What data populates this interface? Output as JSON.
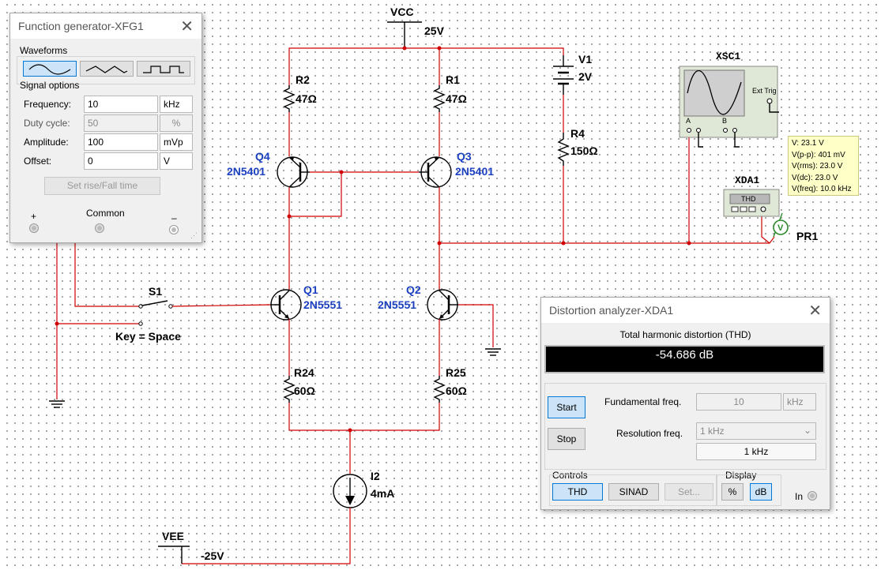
{
  "schematic": {
    "vcc": {
      "name": "VCC",
      "value": "25V"
    },
    "vee": {
      "name": "VEE",
      "value": "-25V"
    },
    "v1": {
      "name": "V1",
      "value": "2V"
    },
    "r1": {
      "name": "R1",
      "value": "47Ω"
    },
    "r2": {
      "name": "R2",
      "value": "47Ω"
    },
    "r4": {
      "name": "R4",
      "value": "150Ω"
    },
    "r24": {
      "name": "R24",
      "value": "60Ω"
    },
    "r25": {
      "name": "R25",
      "value": "60Ω"
    },
    "q1": {
      "name": "Q1",
      "model": "2N5551"
    },
    "q2": {
      "name": "Q2",
      "model": "2N5551"
    },
    "q3": {
      "name": "Q3",
      "model": "2N5401"
    },
    "q4": {
      "name": "Q4",
      "model": "2N5401"
    },
    "i2": {
      "name": "I2",
      "value": "4mA"
    },
    "s1": {
      "name": "S1",
      "key": "Key = Space"
    },
    "xsc1": {
      "name": "XSC1",
      "ext_trig": "Ext Trig",
      "ch_a": "A",
      "ch_b": "B"
    },
    "xda1": {
      "name": "XDA1",
      "label": "THD"
    },
    "pr1": {
      "name": "PR1",
      "symbol": "V"
    },
    "probe": {
      "v": "V: 23.1 V",
      "vpp": "V(p-p): 401 mV",
      "vrms": "V(rms): 23.0 V",
      "vdc": "V(dc): 23.0 V",
      "vfreq": "V(freq): 10.0 kHz"
    }
  },
  "function_generator": {
    "title": "Function generator-XFG1",
    "waveforms_label": "Waveforms",
    "signal_options_label": "Signal options",
    "frequency": {
      "label": "Frequency:",
      "value": "10",
      "unit": "kHz"
    },
    "duty_cycle": {
      "label": "Duty cycle:",
      "value": "50",
      "unit": "%"
    },
    "amplitude": {
      "label": "Amplitude:",
      "value": "100",
      "unit": "mVp"
    },
    "offset": {
      "label": "Offset:",
      "value": "0",
      "unit": "V"
    },
    "set_rise_fall": "Set rise/Fall time",
    "terminal_plus": "+",
    "terminal_common": "Common",
    "terminal_minus": "–"
  },
  "distortion_analyzer": {
    "title": "Distortion analyzer-XDA1",
    "heading": "Total harmonic distortion (THD)",
    "reading": "-54.686 dB",
    "start": "Start",
    "stop": "Stop",
    "fundamental_label": "Fundamental freq.",
    "fundamental_value": "10",
    "fundamental_unit": "kHz",
    "resolution_label": "Resolution freq.",
    "resolution_select": "1 kHz",
    "resolution_value": "1 kHz",
    "controls_label": "Controls",
    "thd": "THD",
    "sinad": "SINAD",
    "set": "Set...",
    "display_label": "Display",
    "percent": "%",
    "db": "dB",
    "in_label": "In"
  }
}
